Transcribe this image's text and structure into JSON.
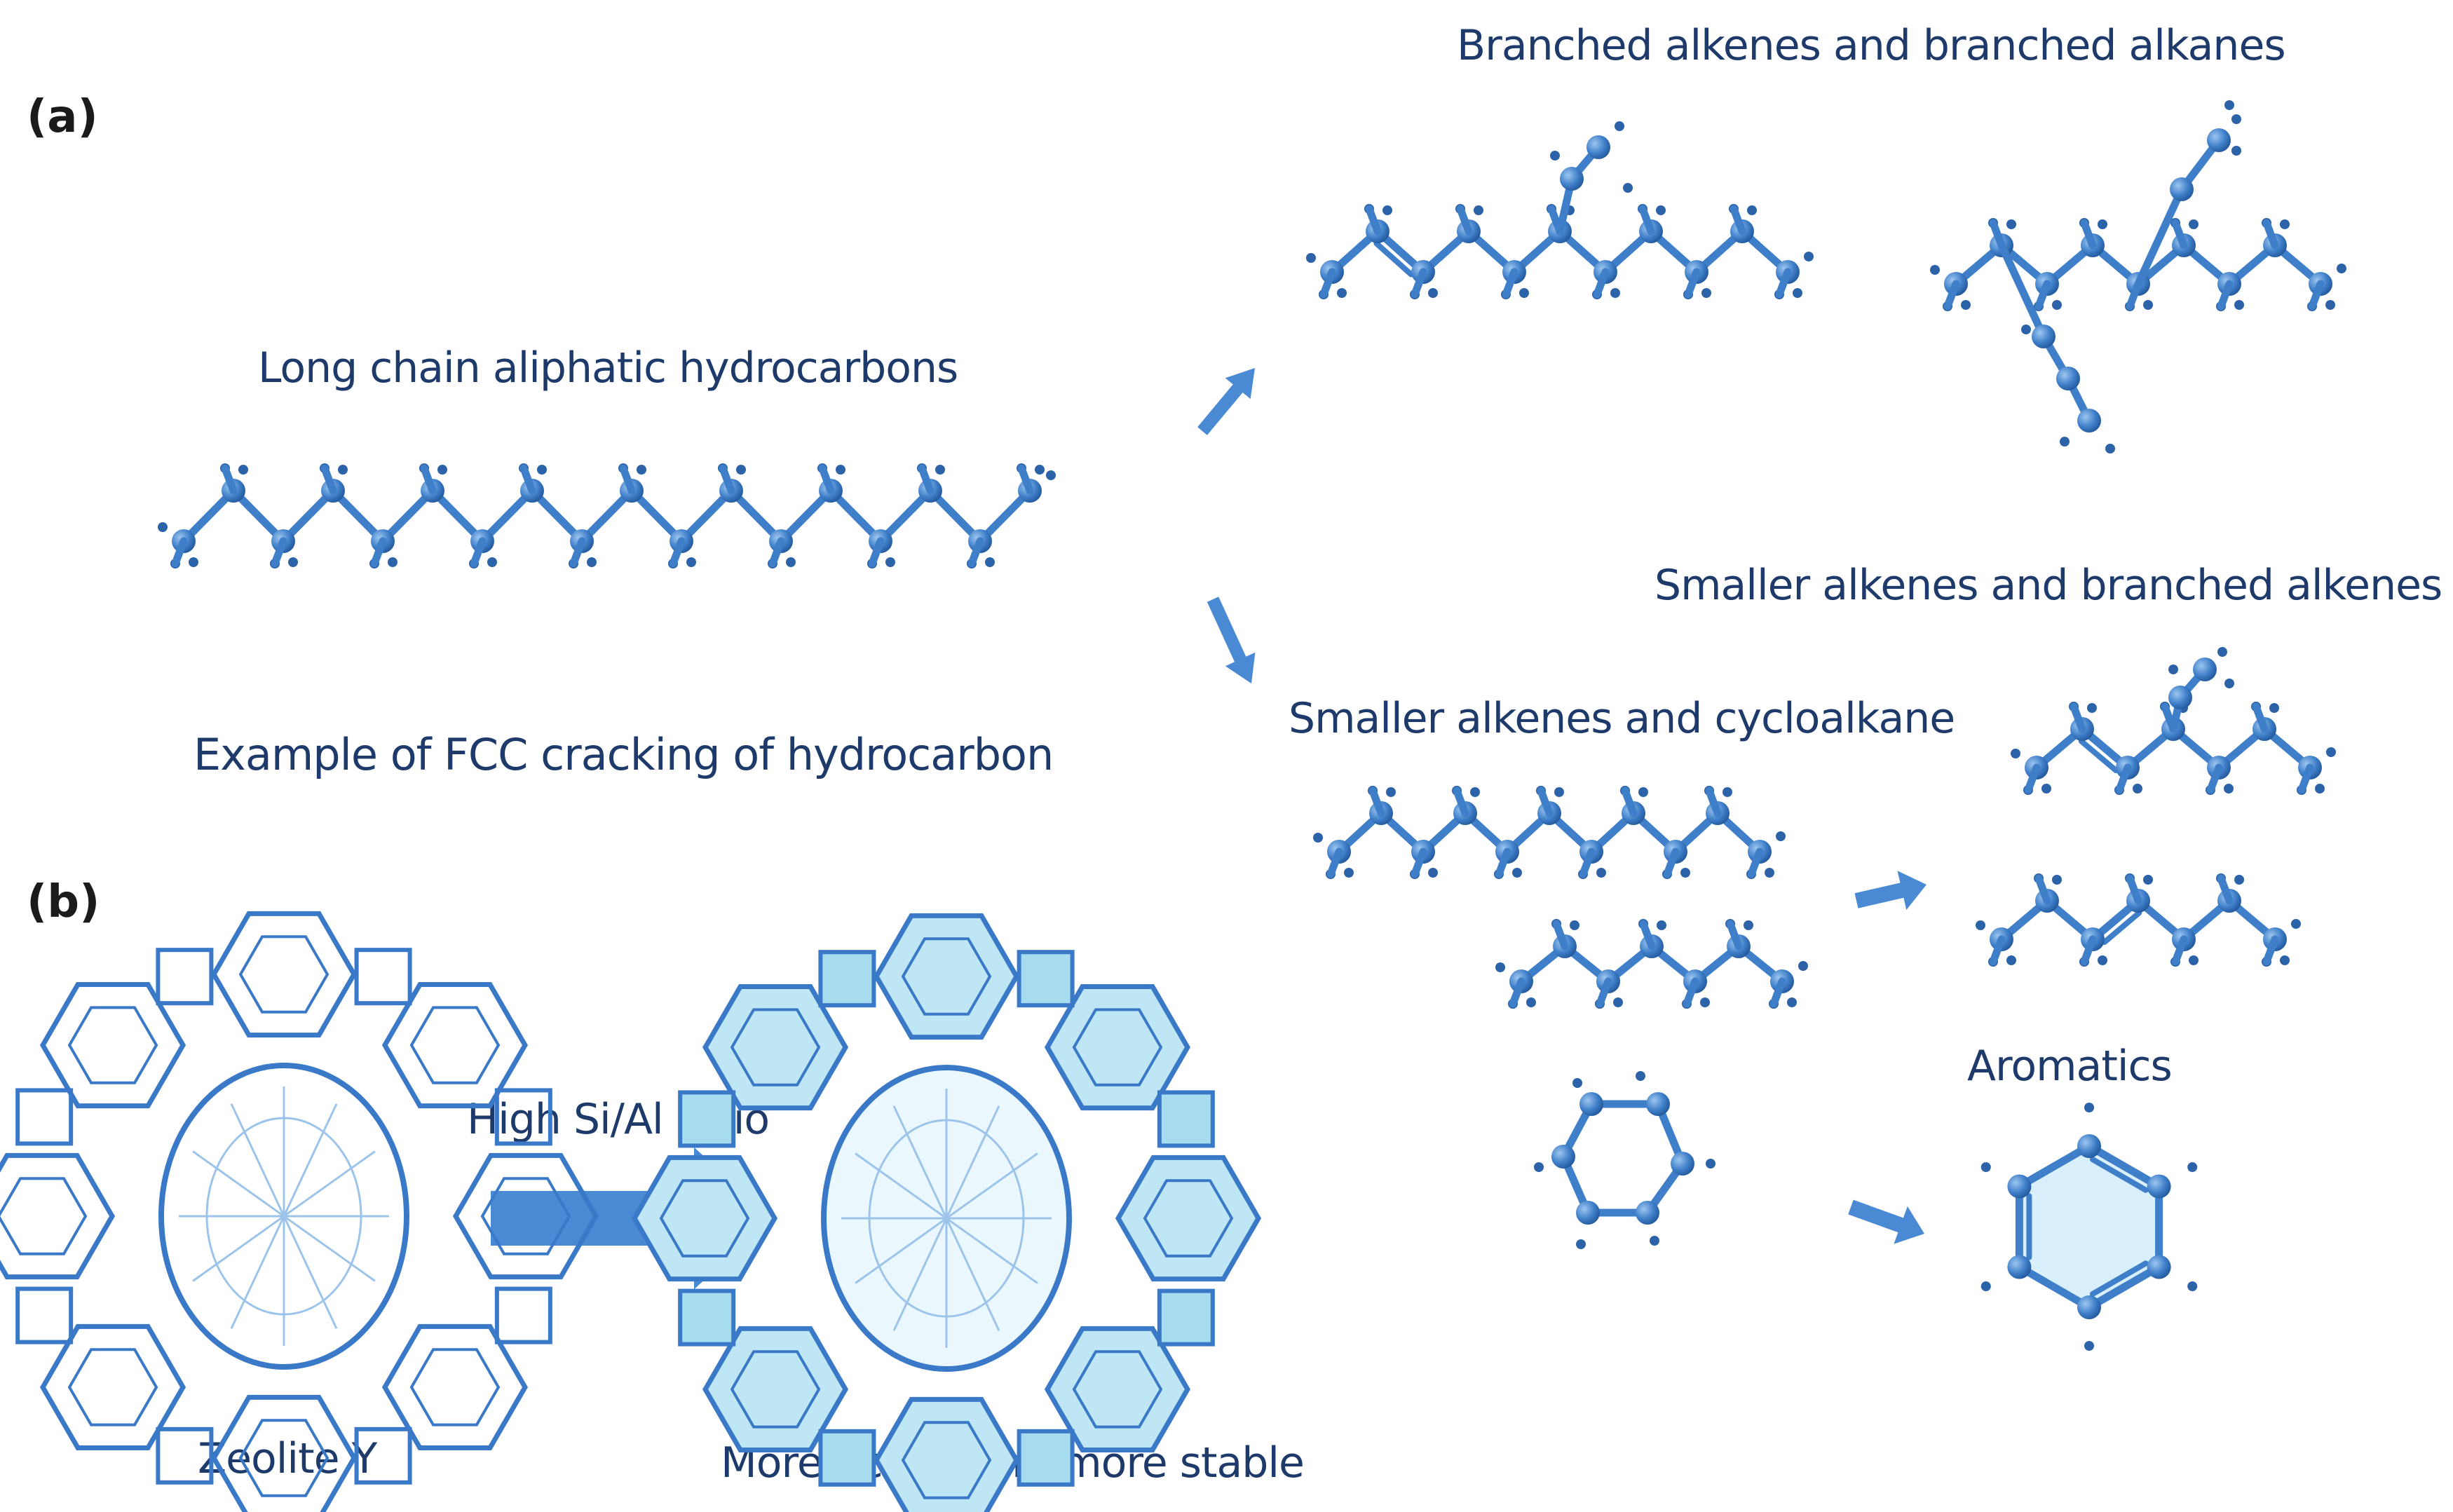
{
  "panels": {
    "a": "(a)",
    "b": "(b)"
  },
  "labels": {
    "long_chain": "Long chain aliphatic hydrocarbons",
    "fcc_example": "Example of FCC cracking of hydrocarbon",
    "branched_alkenes_alkanes": "Branched alkenes and branched alkanes",
    "smaller_branched": "Smaller alkenes and branched alkenes",
    "smaller_cyclo": "Smaller alkenes and cycloalkane",
    "aromatics": "Aromatics",
    "ratio": "High Si/Al ratio",
    "zeolite_y": "Zeolite Y",
    "active_stable": "More active and more stable"
  },
  "colors": {
    "molecule": "#3f7fc9",
    "molecule_dark": "#2c62a8",
    "arrow": "#4a8ad4",
    "zeolite_line": "#3a78c8",
    "zeolite_fill": "#bfe6f4",
    "text": "#1d3a6a"
  }
}
